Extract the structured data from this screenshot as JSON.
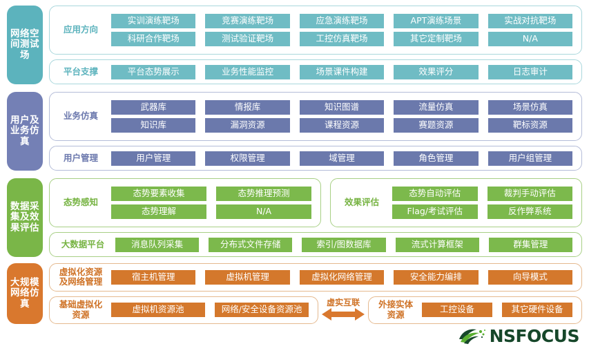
{
  "colors": {
    "teal": "#5cb3bd",
    "teal_chip": "#6fbcc4",
    "purple": "#7480b5",
    "purple_chip": "#6b79ac",
    "green": "#7ab648",
    "green_chip": "#7cb94c",
    "orange": "#d9782e",
    "orange_chip": "#d4782c",
    "logo_dark_green": "#16472a",
    "logo_light_green": "#5ab031"
  },
  "bands": [
    {
      "id": "cyber-range-test-field",
      "theme": "teal",
      "label": "网络空间测试场",
      "rows": [
        {
          "id": "application-direction",
          "cards": [
            {
              "title": "应用方向",
              "chip_rows": [
                [
                  "实训演练靶场",
                  "竞赛演练靶场",
                  "应急演练靶场",
                  "APT演练场景",
                  "实战对抗靶场"
                ],
                [
                  "科研合作靶场",
                  "测试验证靶场",
                  "工控仿真靶场",
                  "其它定制靶场",
                  "N/A"
                ]
              ]
            }
          ]
        },
        {
          "id": "platform-support",
          "cards": [
            {
              "title": "平台支撑",
              "chip_rows": [
                [
                  "平台态势展示",
                  "业务性能监控",
                  "场景课件构建",
                  "效果评分",
                  "日志审计"
                ]
              ]
            }
          ]
        }
      ]
    },
    {
      "id": "user-and-business-simulation",
      "theme": "purple",
      "label": "用户及业务仿真",
      "rows": [
        {
          "id": "business-simulation",
          "cards": [
            {
              "title": "业务仿真",
              "chip_rows": [
                [
                  "武器库",
                  "情报库",
                  "知识图谱",
                  "流量仿真",
                  "场景仿真"
                ],
                [
                  "知识库",
                  "漏洞资源",
                  "课程资源",
                  "赛题资源",
                  "靶标资源"
                ]
              ]
            }
          ]
        },
        {
          "id": "user-management",
          "cards": [
            {
              "title": "用户管理",
              "chip_rows": [
                [
                  "用户管理",
                  "权限管理",
                  "域管理",
                  "角色管理",
                  "用户组管理"
                ]
              ]
            }
          ]
        }
      ]
    },
    {
      "id": "data-collection-and-effect-evaluation",
      "theme": "green",
      "label": "数据采集及效果评估",
      "rows": [
        {
          "id": "situation-awareness-and-effect-evaluation",
          "split": true,
          "cards": [
            {
              "title": "态势感知",
              "flex": 52,
              "chip_rows": [
                [
                  "态势要素收集",
                  "态势推理预测"
                ],
                [
                  "态势理解",
                  "N/A"
                ]
              ]
            },
            {
              "title": "效果评估",
              "flex": 48,
              "chip_rows": [
                [
                  "态势自动评估",
                  "裁判手动评估"
                ],
                [
                  "Flag/考试评估",
                  "反作弊系统"
                ]
              ]
            }
          ]
        },
        {
          "id": "big-data-platform",
          "cards": [
            {
              "title": "大数据平台",
              "chip_rows": [
                [
                  "消息队列采集",
                  "分布式文件存储",
                  "索引/图数据库",
                  "流式计算框架",
                  "群集管理"
                ]
              ]
            }
          ]
        }
      ]
    },
    {
      "id": "large-scale-network-simulation",
      "theme": "orange",
      "label": "大规模网络仿真",
      "rows": [
        {
          "id": "virtualized-resource-and-network-management",
          "cards": [
            {
              "title": "虚拟化资源及网络管理",
              "chip_rows": [
                [
                  "宿主机管理",
                  "虚拟机管理",
                  "虚拟化网络管理",
                  "安全能力编排",
                  "向导模式"
                ]
              ]
            }
          ]
        },
        {
          "id": "base-virtualization-and-external-entity",
          "connector": true,
          "connector_label": "虚实互联",
          "cards": [
            {
              "title": "基础虚拟化资源",
              "flex": 56,
              "chip_rows": [
                [
                  "虚拟机资源池",
                  "网络/安全设备资源池"
                ]
              ]
            },
            {
              "title": "外接实体资源",
              "flex": 44,
              "chip_rows": [
                [
                  "工控设备",
                  "其它硬件设备"
                ]
              ]
            }
          ]
        }
      ]
    }
  ],
  "logo": {
    "text": "NSFOCUS",
    "mark_name": "nsfocus-bird-logo"
  }
}
